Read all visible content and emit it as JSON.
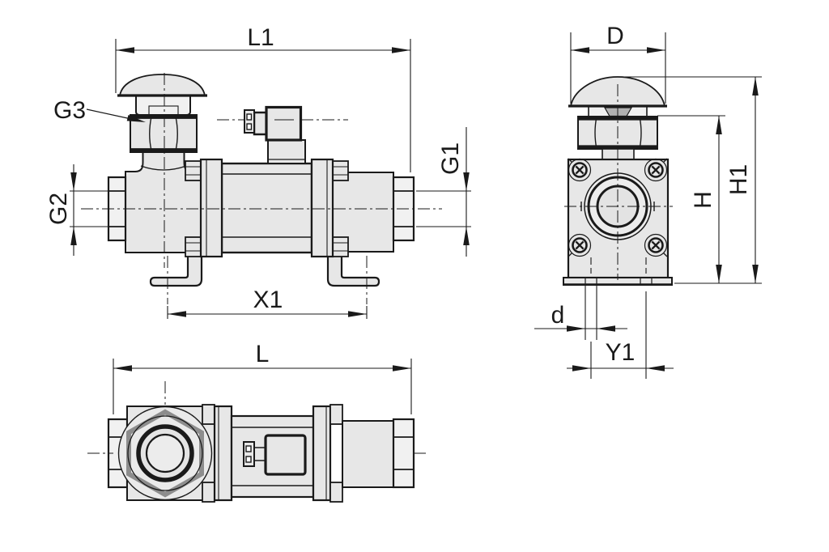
{
  "dimensions": {
    "l1": "L1",
    "g3": "G3",
    "g2": "G2",
    "g1": "G1",
    "x1": "X1",
    "l": "L",
    "d_upper": "D",
    "h": "H",
    "h1": "H1",
    "d_lower": "d",
    "y1": "Y1"
  },
  "colors": {
    "line": "#1a1a1a",
    "fill_light": "#e7e7e7",
    "fill_lighter": "#f1f1f1",
    "fill_mid": "#b2b2b2",
    "hex_overlay": "#8d8d8d",
    "bg": "#ffffff"
  }
}
